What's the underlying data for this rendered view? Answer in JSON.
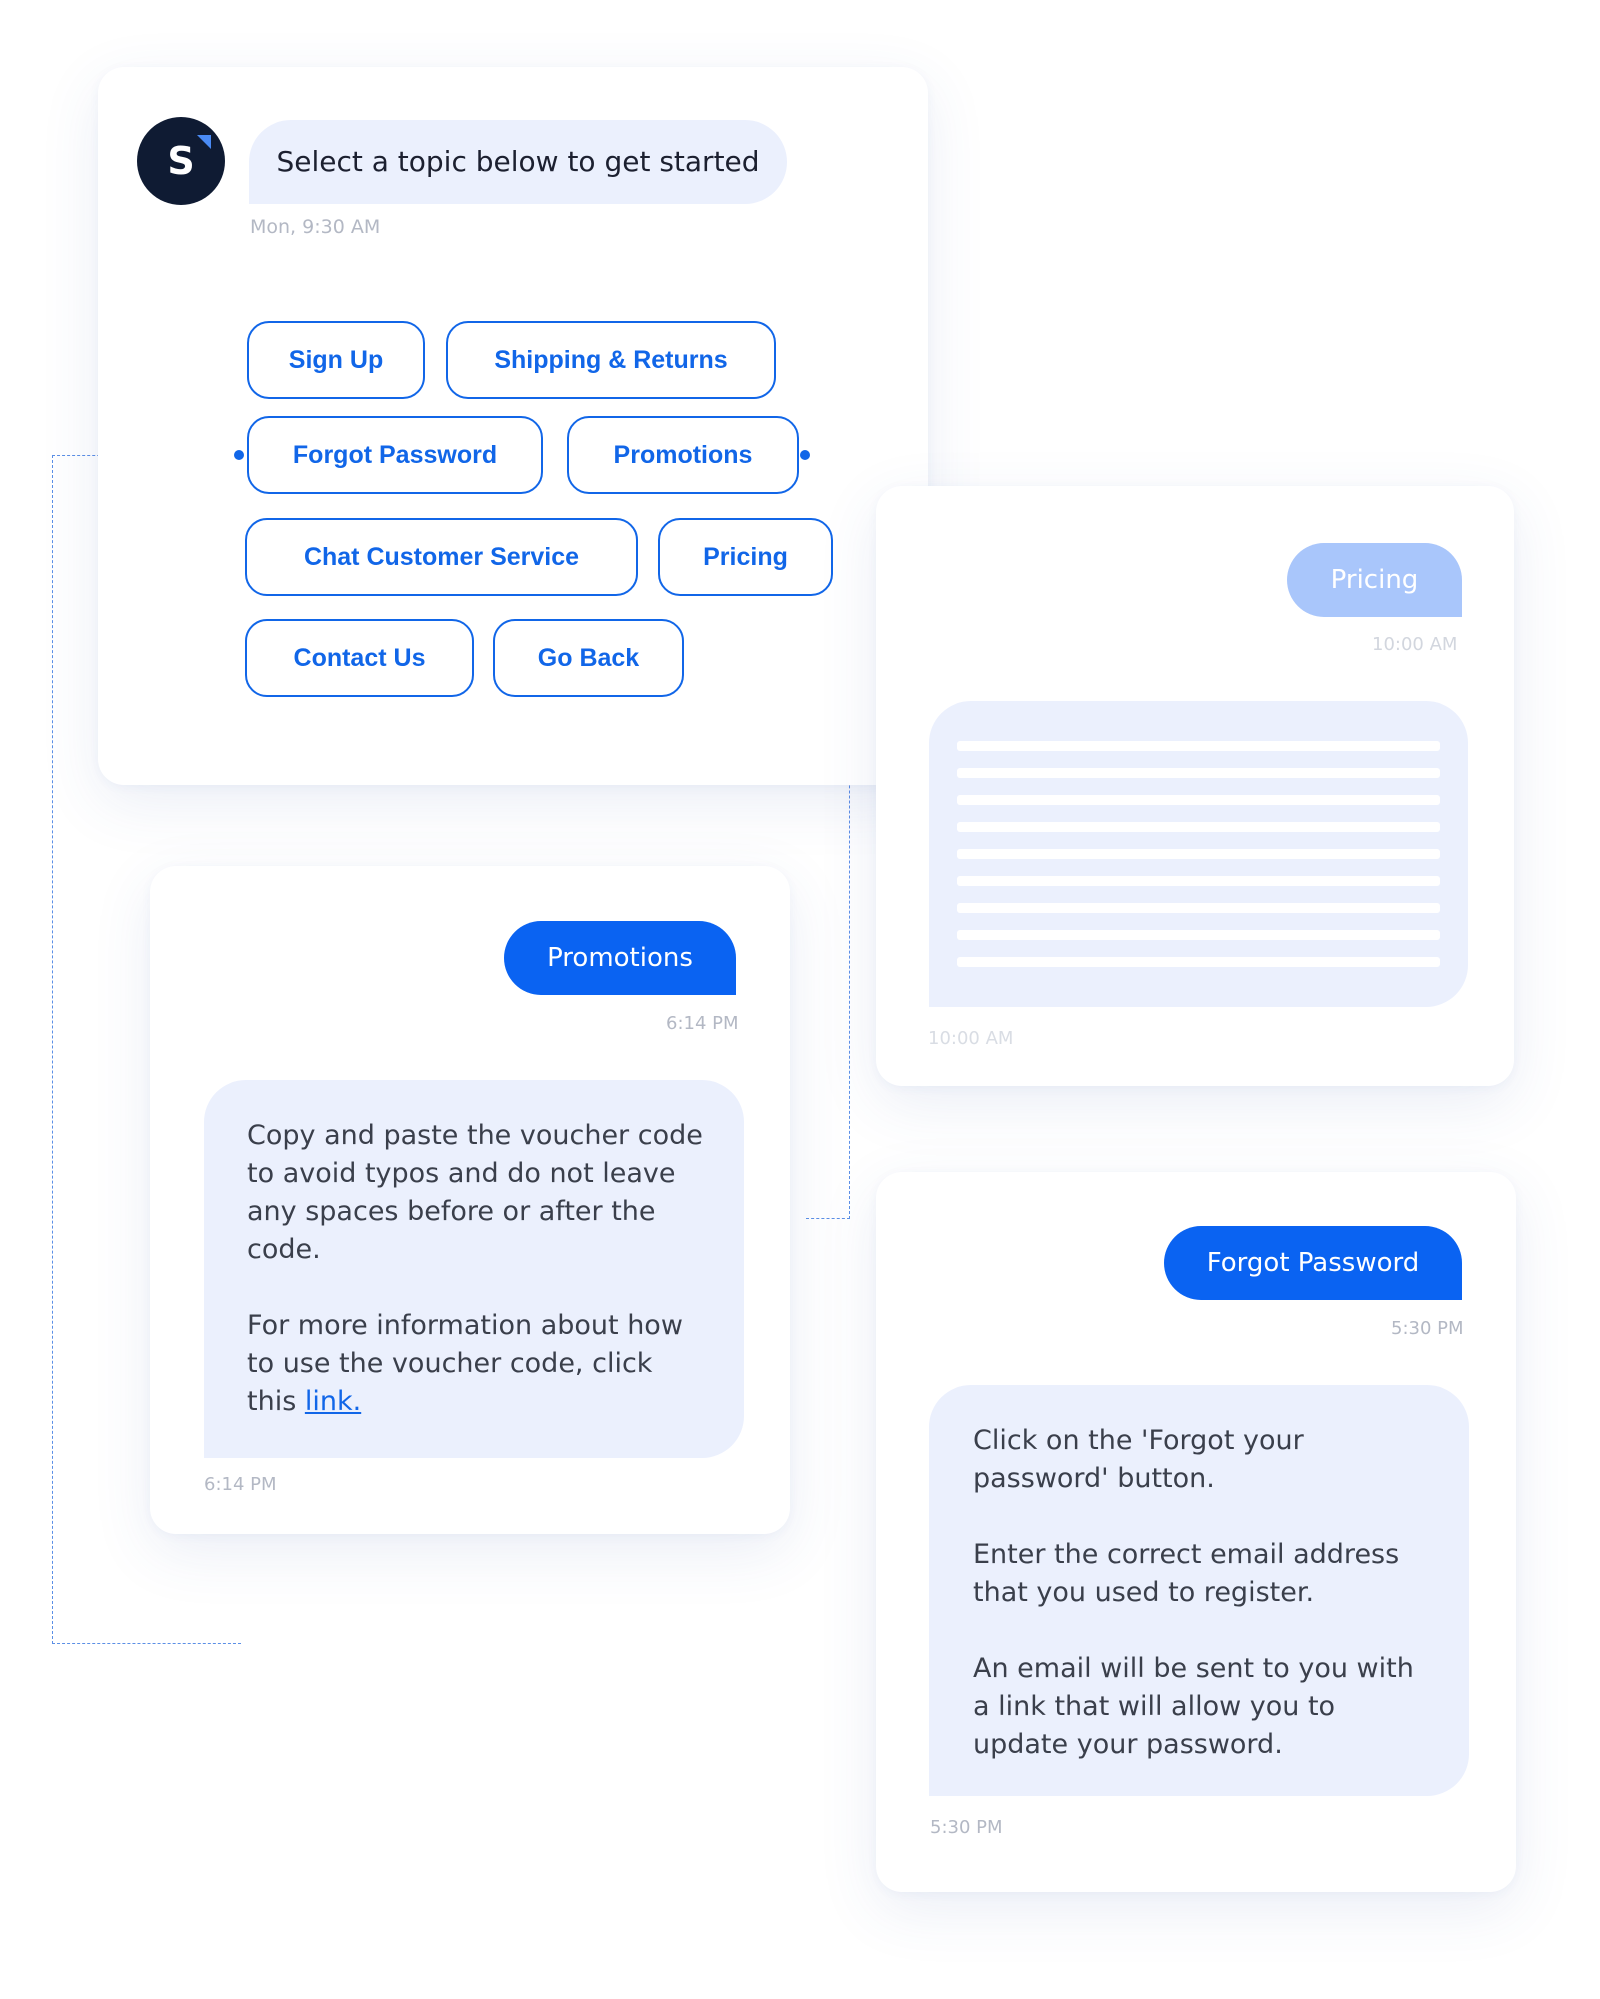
{
  "topic_card": {
    "avatar_letter": "S",
    "prompt": "Select a topic below to get started",
    "timestamp": "Mon, 9:30 AM",
    "chips": [
      "Sign Up",
      "Shipping & Returns",
      "Forgot Password",
      "Promotions",
      "Chat Customer Service",
      "Pricing",
      "Contact Us",
      "Go Back"
    ]
  },
  "promotions_card": {
    "user_message": "Promotions",
    "user_time": "6:14 PM",
    "reply_para1": "Copy and paste the voucher code to avoid typos and do not leave any spaces before or after the code.",
    "reply_para2_prefix": "For more information about how to use the voucher code, click this ",
    "reply_link": "link.",
    "reply_time": "6:14 PM"
  },
  "pricing_card": {
    "user_message": "Pricing",
    "user_time": "10:00 AM",
    "reply_time": "10:00 AM",
    "placeholder_lines": 9
  },
  "forgot_card": {
    "user_message": "Forgot Password",
    "user_time": "5:30 PM",
    "reply_para1": "Click on the 'Forgot your password' button.",
    "reply_para2": "Enter the correct email address that you used to register.",
    "reply_para3": "An email will be sent to you with a link that will allow you to update your password.",
    "reply_time": "5:30 PM"
  },
  "colors": {
    "accent": "#0a63f2",
    "chip_border": "#1166e8",
    "bubble_in": "#ebf0fd",
    "muted_bubble": "#a9c6fb",
    "avatar": "#0f1b33"
  }
}
